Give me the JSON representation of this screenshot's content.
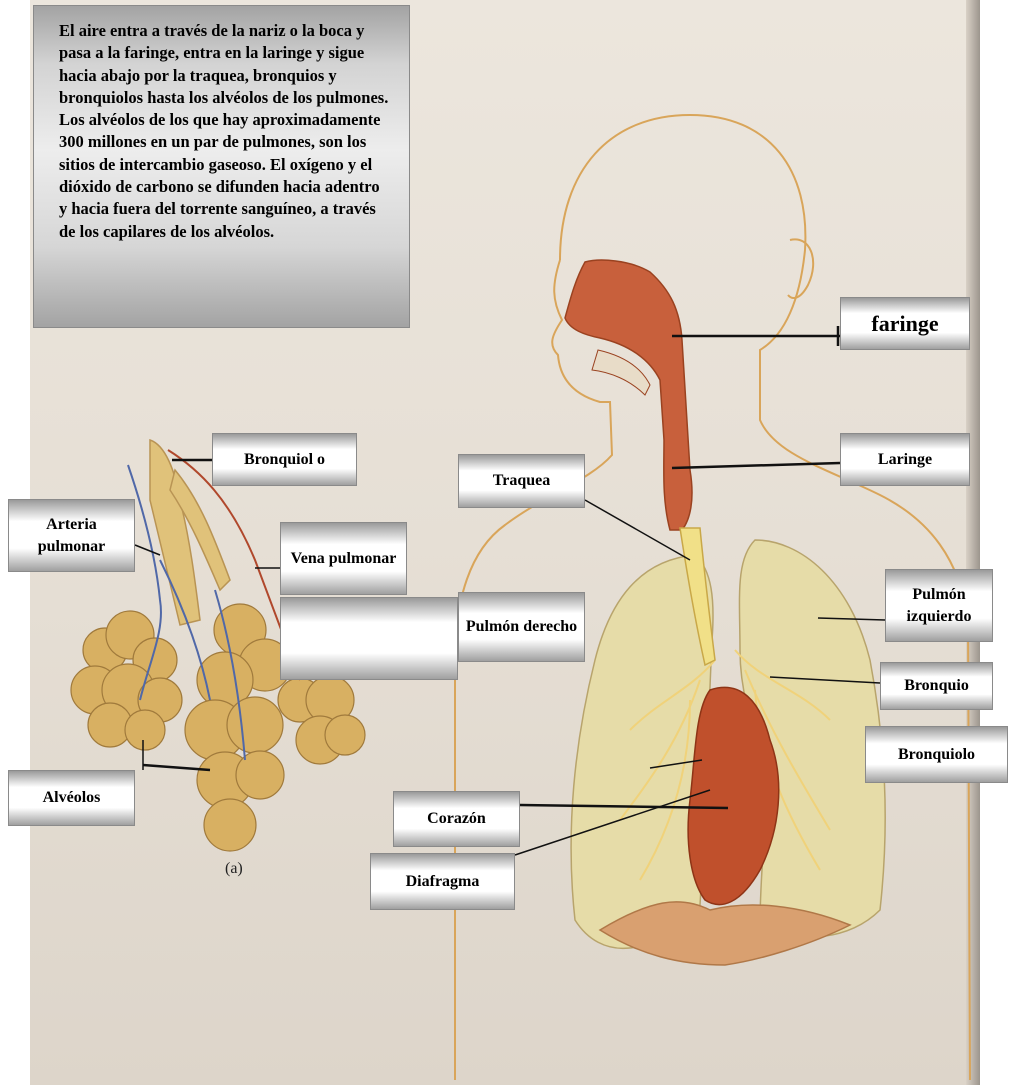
{
  "description": "El aire entra a través de la nariz o la boca y pasa a la faringe, entra en la laringe y sigue hacia abajo por la traquea, bronquios y bronquiolos hasta los alvéolos de los pulmones. Los alvéolos de los que hay aproximadamente 300 millones en un par de pulmones, son los sitios de intercambio gaseoso. El oxígeno y el dióxido de carbono se difunden hacia adentro y hacia fuera del torrente sanguíneo, a través de los capilares de los alvéolos.",
  "labels": {
    "faringe": "faringe",
    "laringe": "Laringe",
    "traquea": "Traquea",
    "pulmon_izquierdo": "Pulmón izquierdo",
    "bronquio": "Bronquio",
    "bronquiolo_right": "Bronquiolo",
    "corazon": "Corazón",
    "diafragma": "Diafragma",
    "pulmon_derecho": "Pulmón derecho",
    "bronquiolo_left": "Bronquiol o",
    "arteria_pulmonar": "Arteria pulmonar",
    "vena_pulmonar": "Vena pulmonar",
    "alveolos": "Alvéolos",
    "blank": ""
  },
  "figure_mark": "(a)",
  "colors": {
    "lung": "#e6dca8",
    "airway": "#c8603c",
    "heart": "#c0502c",
    "vein": "#5068a8",
    "alveoli": "#d8b062",
    "leader": "#111111"
  }
}
